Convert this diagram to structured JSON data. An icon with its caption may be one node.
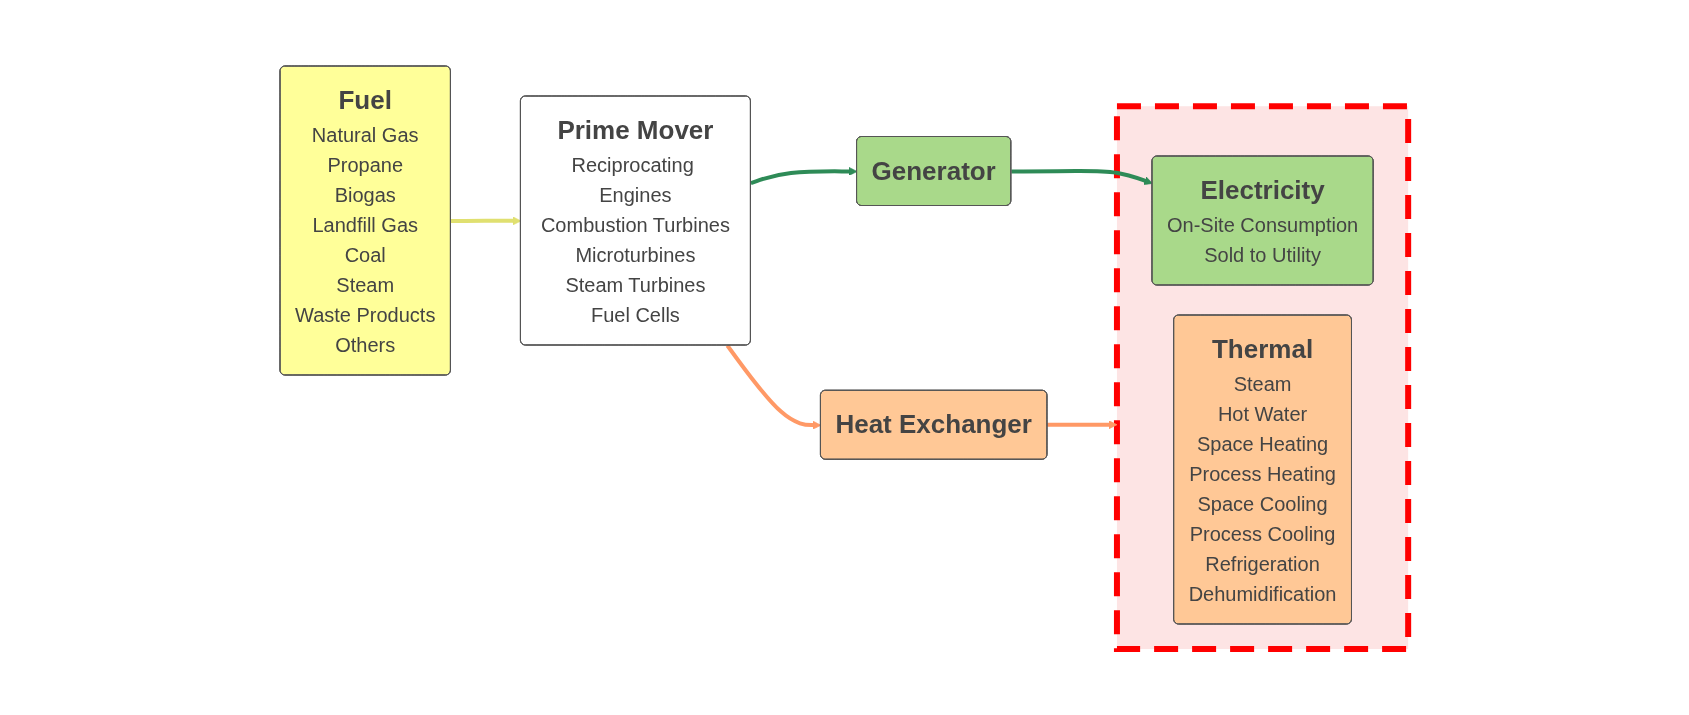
{
  "diagram": {
    "nodes": [
      {
        "text": [
          "Fuel",
          "Natural Gas",
          "Propane",
          "Biogas",
          "Landfill Gas",
          "Coal",
          "Steam",
          "Waste Products",
          "Others"
        ]
      },
      {
        "text": [
          "Prime Mover",
          "Reciprocating Engines",
          "Combustion Turbines",
          "Microturbines",
          "Steam Turbines",
          "Fuel Cells"
        ]
      },
      {
        "text": [
          "Generator"
        ]
      },
      {
        "text": [],
        "shape": "box"
      },
      {
        "text": [
          "Electricity",
          "On-Site Consumption",
          "Sold to Utility"
        ],
        "in": 3
      },
      {
        "text": [
          "Thermal",
          "Steam",
          "Hot Water",
          "Space Heating",
          "Process Heating",
          "Space Cooling",
          "Process Cooling",
          "Refrigeration",
          "Dehumidification"
        ],
        "in": 3
      },
      {
        "text": [
          "Heat Exchanger"
        ]
      }
    ],
    "edges": [
      {
        "from": 0,
        "to": 1,
        "arrow": "to",
        "color": "#e0e070"
      },
      {
        "from": 1,
        "to": 2,
        "arrow": "to",
        "color": "#2e8b57"
      },
      {
        "from": 2,
        "to": 4,
        "arrow": "to",
        "color": "#2e8b57"
      },
      {
        "from": 1,
        "to": 6,
        "arrow": "to",
        "color": "#ff9966"
      },
      {
        "from": 6,
        "to": 3,
        "arrow": "to",
        "color": "#ff9966"
      }
    ]
  }
}
